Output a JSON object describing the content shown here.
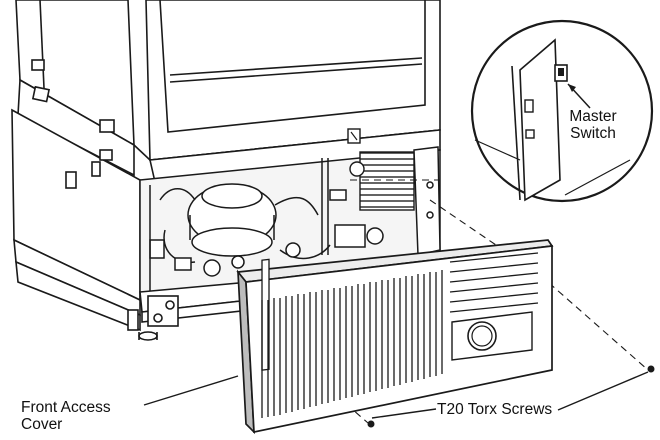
{
  "labels": {
    "master_switch_line1": "Master",
    "master_switch_line2": "Switch",
    "front_access_line1": "Front Access",
    "front_access_line2": "Cover",
    "torx_screws": "T20 Torx Screws"
  },
  "colors": {
    "line": "#1a1a1a",
    "panel_face": "#ffffff",
    "shadow": "#bdbdbd"
  }
}
